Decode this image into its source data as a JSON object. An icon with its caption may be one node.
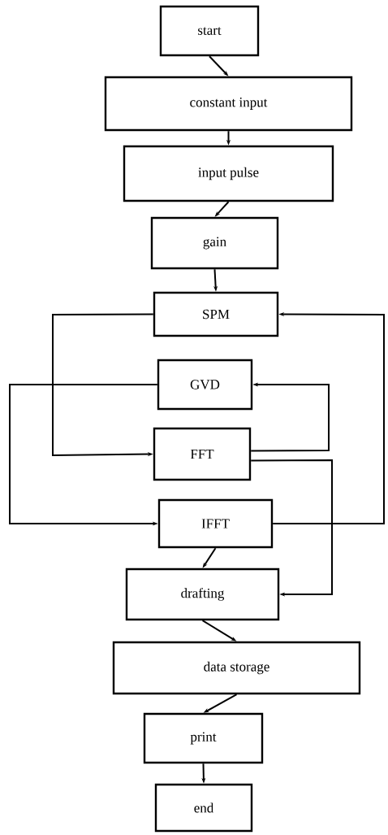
{
  "diagram": {
    "nodes": [
      {
        "text": [
          "start"
        ]
      },
      {
        "text": [
          "constant input"
        ]
      },
      {
        "text": [
          "input pulse"
        ]
      },
      {
        "text": [
          "gain"
        ]
      },
      {
        "text": [
          "SPM"
        ]
      },
      {
        "text": [
          "GVD"
        ]
      },
      {
        "text": [
          "FFT"
        ]
      },
      {
        "text": [
          "IFFT"
        ]
      },
      {
        "text": [
          "drafting"
        ]
      },
      {
        "text": [
          "data storage"
        ]
      },
      {
        "text": [
          "print"
        ]
      },
      {
        "text": [
          "end"
        ]
      }
    ],
    "edges": [
      {
        "from": 0,
        "to": 1,
        "arrow": "to"
      },
      {
        "from": 1,
        "to": 2,
        "arrow": "to"
      },
      {
        "from": 2,
        "to": 3,
        "arrow": "to"
      },
      {
        "from": 3,
        "to": 4,
        "arrow": "to"
      },
      {
        "from": 4,
        "to": 6,
        "arrow": "to"
      },
      {
        "from": 5,
        "to": 7,
        "arrow": "to"
      },
      {
        "from": 6,
        "to": 5,
        "arrow": "to"
      },
      {
        "from": 6,
        "to": 8,
        "arrow": "to"
      },
      {
        "from": 7,
        "to": 4,
        "arrow": "to"
      },
      {
        "from": 7,
        "to": 8,
        "arrow": "to"
      },
      {
        "from": 8,
        "to": 9,
        "arrow": "to"
      },
      {
        "from": 9,
        "to": 10,
        "arrow": "to"
      },
      {
        "from": 10,
        "to": 11,
        "arrow": "to"
      }
    ]
  }
}
